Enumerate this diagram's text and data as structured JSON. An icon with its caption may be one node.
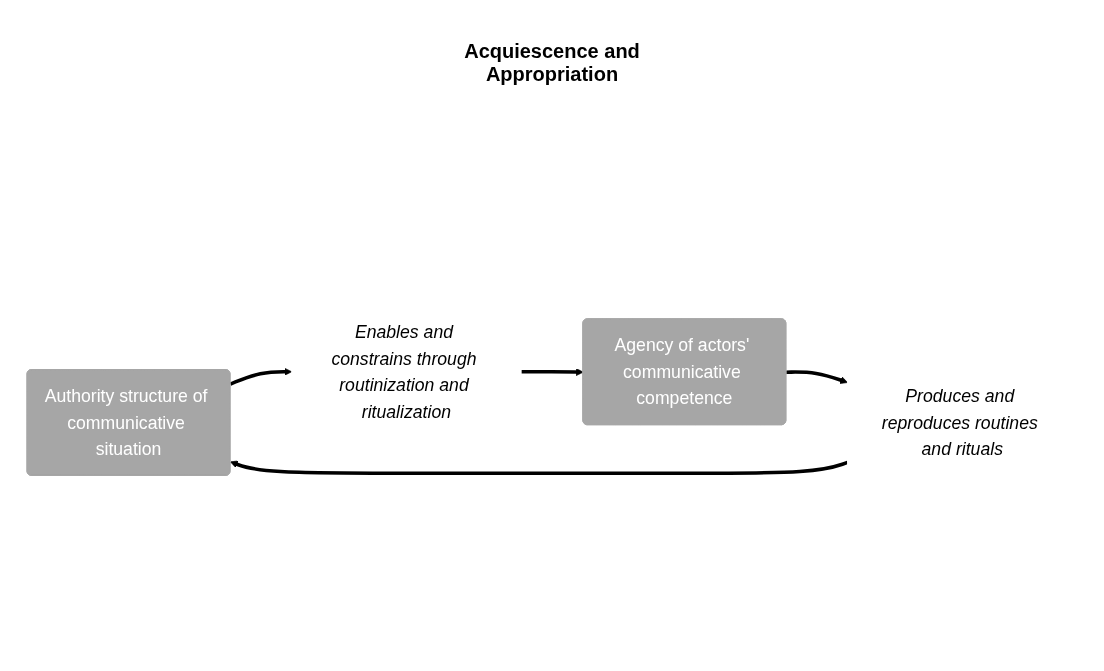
{
  "diagram": {
    "nodes": [
      {
        "text": [
          "Authority structure of communicative situation"
        ]
      },
      {
        "text": [
          "Enables and constrains through routinization and ritualization"
        ]
      },
      {
        "text": [
          "Agency of actors' communicative competence"
        ]
      },
      {
        "text": [
          "Produces and reproduces routines and rituals"
        ]
      }
    ],
    "edges": [
      {
        "from": 0,
        "to": 1,
        "arrow": "to"
      },
      {
        "from": 1,
        "to": 2,
        "arrow": "to"
      },
      {
        "from": 2,
        "to": 3,
        "arrow": "to"
      },
      {
        "from": 3,
        "to": 0,
        "arrow": "to"
      }
    ],
    "labels": [
      "Acquiescence and Appropriation"
    ]
  }
}
